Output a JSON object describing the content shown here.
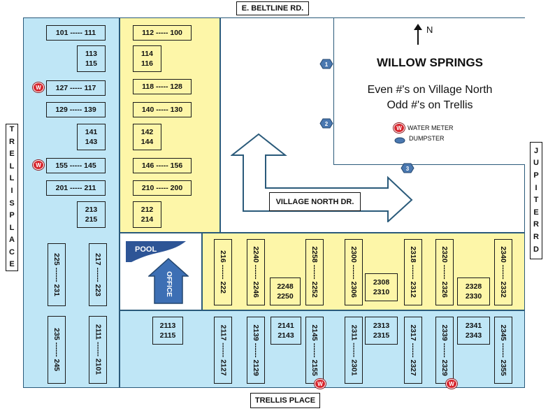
{
  "streets": {
    "top": "E. BELTLINE RD.",
    "bottom": "TRELLIS PLACE",
    "left": "TRELLIS PLACE",
    "right": "JUPITER RD",
    "interior": "VILLAGE NORTH DR."
  },
  "info": {
    "north_label": "N",
    "title": "WILLOW SPRINGS",
    "line1": "Even #'s on Village North",
    "line2": "Odd #'s on Trellis",
    "legend_water": "WATER METER",
    "legend_dumpster": "DUMPSTER",
    "water_symbol": "W"
  },
  "amenities": {
    "pool": "POOL",
    "office": "OFFICE"
  },
  "dumpsters": [
    "1",
    "2",
    "3"
  ],
  "units": {
    "left_column": [
      "101 ----- 111",
      "113\n115",
      "127 ----- 117",
      "129 ----- 139",
      "141\n143",
      "155 ----- 145",
      "201 ----- 211",
      "213\n215"
    ],
    "left_bottom": [
      "225 ------ 231",
      "217 ------ 223",
      "235 ------ 245",
      "2111 ------ 2101"
    ],
    "yellow_column": [
      "112 ----- 100",
      "114\n116",
      "118 ----- 128",
      "140 ----- 130",
      "142\n144",
      "146 ----- 156",
      "210 ----- 200",
      "212\n214"
    ],
    "mid_row": [
      "216 ------ 222",
      "2240 ------ 2246",
      "2248\n2250",
      "2258 ------ 2252",
      "2300 ------ 2306",
      "2308\n2310",
      "2318 ------ 2312",
      "2320 ------ 2326",
      "2328\n2330",
      "2340 ------ 2332"
    ],
    "bottom_row": [
      "2113\n2115",
      "2117 ------ 2127",
      "2139 ------ 2129",
      "2141\n2143",
      "2145 ------ 2155",
      "2311 ------ 2301",
      "2313\n2315",
      "2317 ------ 2327",
      "2339 ------ 2329",
      "2341\n2343",
      "2345 ------ 2355"
    ]
  },
  "colors": {
    "blue_zone": "#bfe6f6",
    "yellow_zone": "#fdf6a8",
    "office": "#3d6fb4",
    "water_meter": "#d7262e",
    "dumpster": "#4a78b0"
  }
}
